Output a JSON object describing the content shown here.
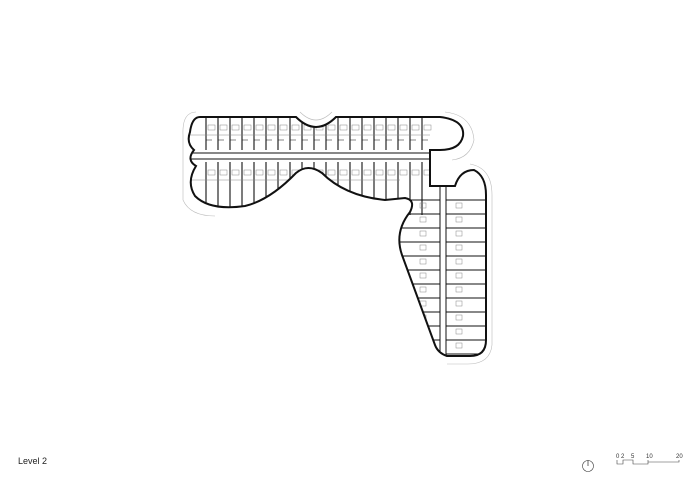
{
  "drawing": {
    "title": "Level 2",
    "scale_bar": {
      "ticks": [
        "0",
        "2",
        "5",
        "10",
        "20"
      ]
    },
    "north_arrow": "north-arrow-icon",
    "colors": {
      "wall": "#111111",
      "furniture": "#888888",
      "contour": "#bbbbbb",
      "background": "#ffffff"
    }
  }
}
